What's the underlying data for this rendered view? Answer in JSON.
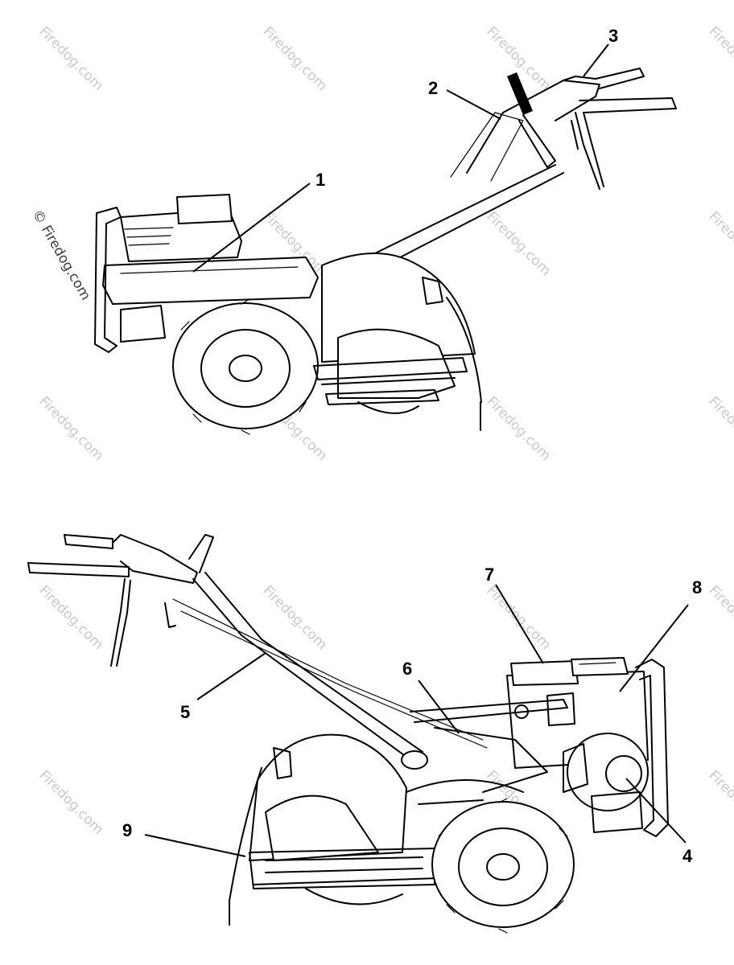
{
  "watermark": {
    "text": "Firedog.com",
    "side_text": "© Firedog.com"
  },
  "callouts": [
    "1",
    "2",
    "3",
    "4",
    "5",
    "6",
    "7",
    "8",
    "9"
  ],
  "icons": {
    "watermark_symbol": "copyright-icon"
  }
}
